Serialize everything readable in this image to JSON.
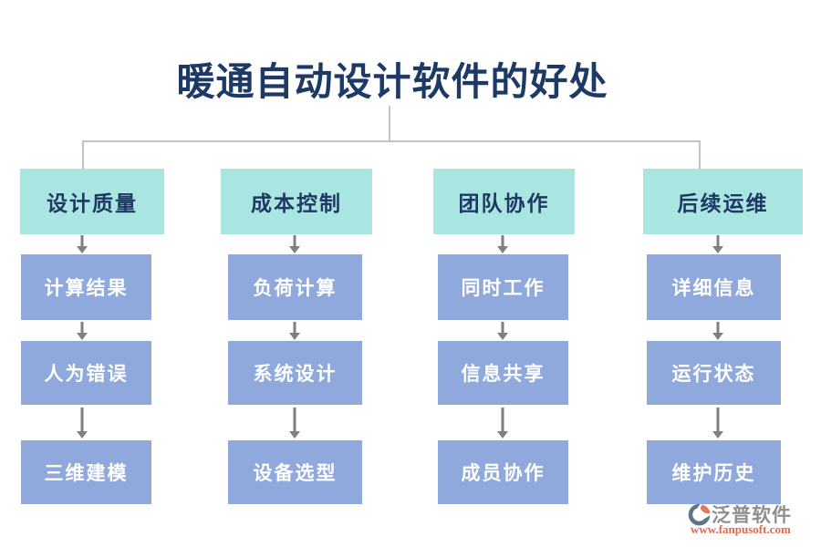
{
  "title": "暖通自动设计软件的好处",
  "columns": [
    {
      "header": "设计质量",
      "items": [
        "计算结果",
        "人为错误",
        "三维建模"
      ]
    },
    {
      "header": "成本控制",
      "items": [
        "负荷计算",
        "系统设计",
        "设备选型"
      ]
    },
    {
      "header": "团队协作",
      "items": [
        "同时工作",
        "信息共享",
        "成员协作"
      ]
    },
    {
      "header": "后续运维",
      "items": [
        "详细信息",
        "运行状态",
        "维护历史"
      ]
    }
  ],
  "watermark": {
    "brand": "泛普软件",
    "url": "www.fanpusoft.com"
  },
  "colors": {
    "title_text": "#1d3a66",
    "header_box": "#a9e6e1",
    "header_text": "#1f3864",
    "item_box": "#8fa9dc",
    "item_text": "#ffffff",
    "connector_line": "#c3c3c3",
    "arrow": "#7f7f7f",
    "watermark_brand": "#8f8f8f",
    "watermark_url": "#e0694b",
    "logo_slate": "#5f7486",
    "logo_orange": "#e0795e"
  }
}
